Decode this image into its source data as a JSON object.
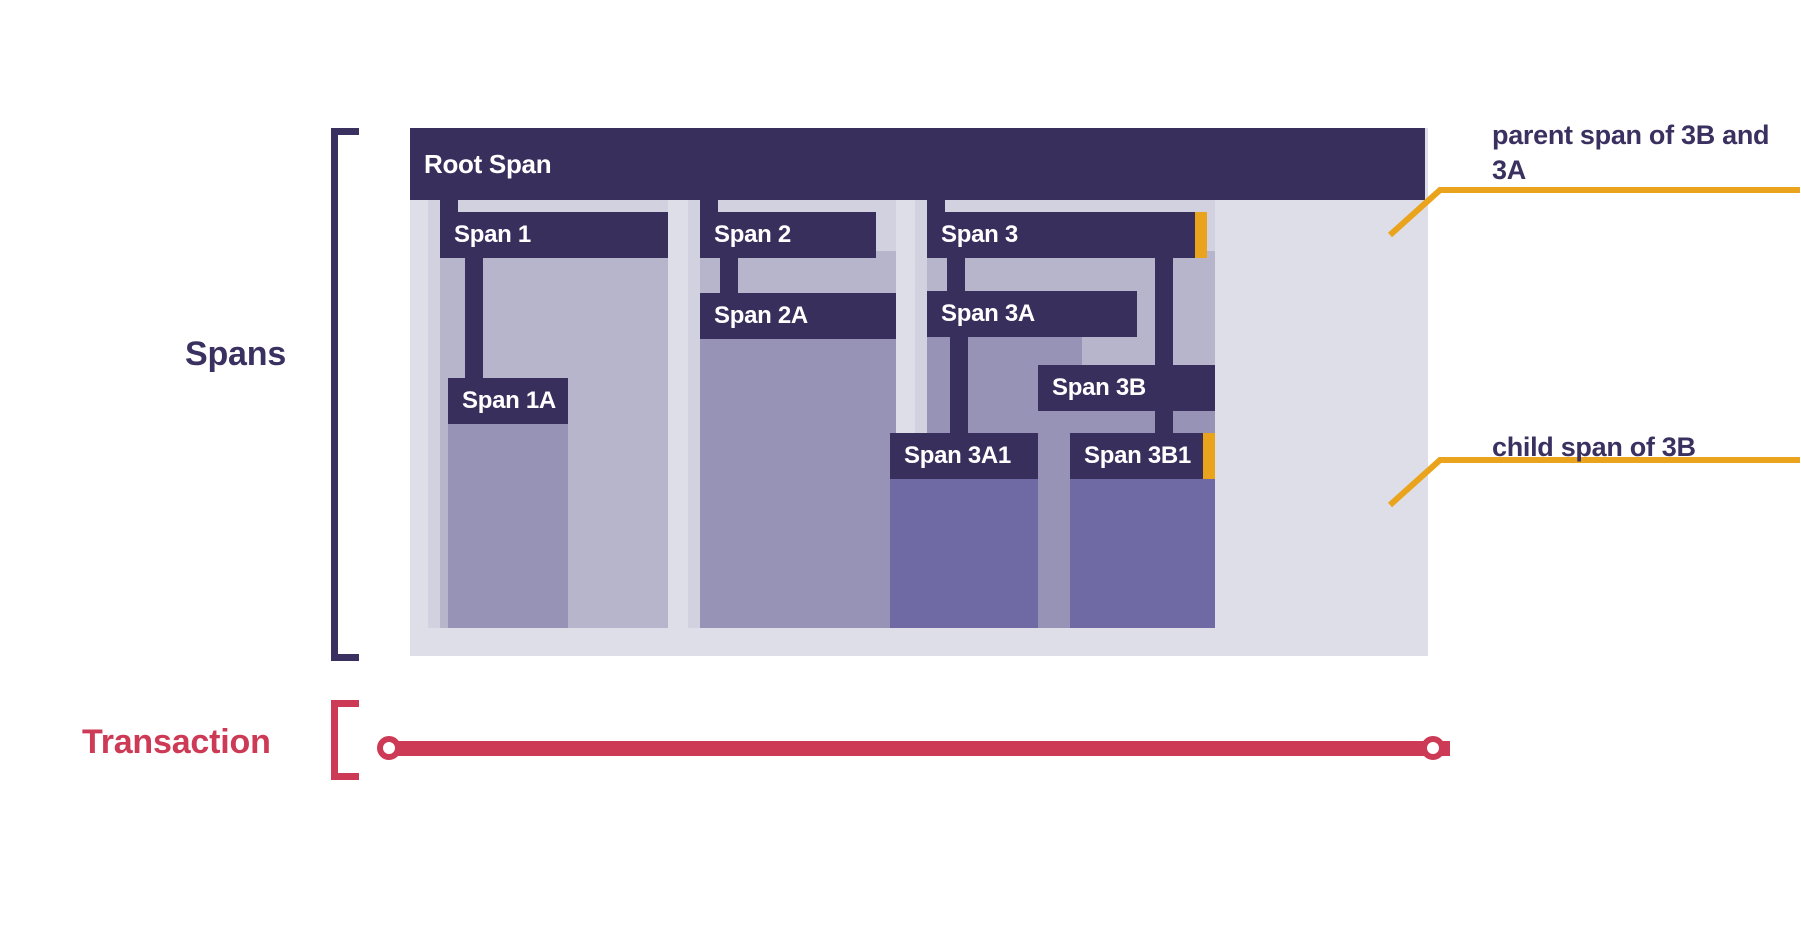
{
  "diagram": {
    "title_sections": {
      "spans_label": "Spans",
      "transaction_label": "Transaction"
    },
    "annotations": [
      {
        "id": "parent-annotation",
        "text": "parent span of 3B and 3A",
        "color": "#eaa31c",
        "points_to": "Span 3"
      },
      {
        "id": "child-annotation",
        "text": "child span of 3B",
        "color": "#eaa31c",
        "points_to": "Span 3B1"
      }
    ],
    "colors": {
      "span_bar": "#382f5c",
      "label_purple": "#3a3160",
      "transaction_red": "#cc3a55",
      "highlight_orange": "#eaa31c",
      "canvas_bg": "#dedee8",
      "lane_light": "#d2d1e0",
      "lane_mid": "#b7b5cb",
      "lane_deep": "#9693b6",
      "lane_deeper": "#6f6aa3"
    },
    "spans": [
      {
        "id": "root-span",
        "label": "Root Span",
        "depth": 0,
        "parent": null
      },
      {
        "id": "span-1",
        "label": "Span 1",
        "depth": 1,
        "parent": "Root Span"
      },
      {
        "id": "span-1a",
        "label": "Span 1A",
        "depth": 2,
        "parent": "Span 1"
      },
      {
        "id": "span-2",
        "label": "Span 2",
        "depth": 1,
        "parent": "Root Span"
      },
      {
        "id": "span-2a",
        "label": "Span 2A",
        "depth": 2,
        "parent": "Span 2"
      },
      {
        "id": "span-3",
        "label": "Span 3",
        "depth": 1,
        "parent": "Root Span",
        "highlighted": true
      },
      {
        "id": "span-3a",
        "label": "Span 3A",
        "depth": 2,
        "parent": "Span 3"
      },
      {
        "id": "span-3a1",
        "label": "Span 3A1",
        "depth": 3,
        "parent": "Span 3A"
      },
      {
        "id": "span-3b",
        "label": "Span 3B",
        "depth": 2,
        "parent": "Span 3"
      },
      {
        "id": "span-3b1",
        "label": "Span 3B1",
        "depth": 3,
        "parent": "Span 3B",
        "highlighted": true
      }
    ]
  }
}
